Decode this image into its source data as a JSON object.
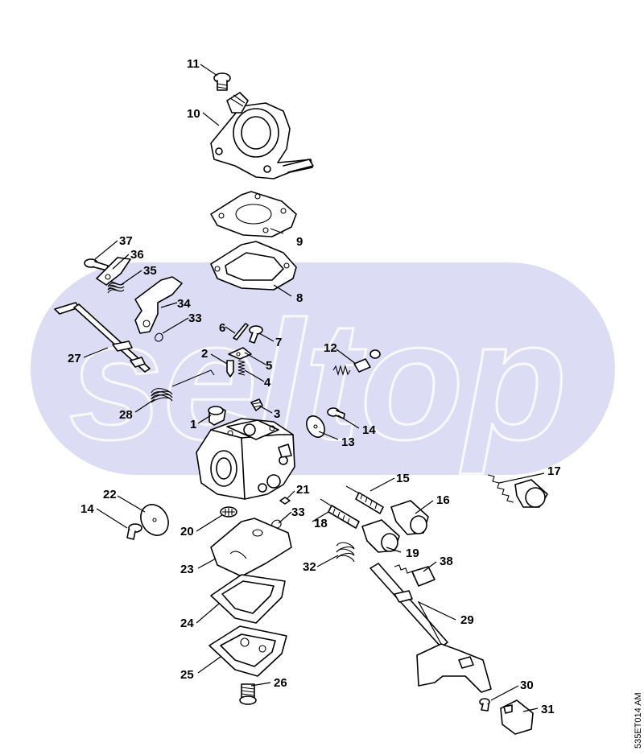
{
  "watermark": "seltop",
  "drawing_code": "535ET014 AM",
  "callouts": [
    {
      "id": "c11",
      "label": "11"
    },
    {
      "id": "c10",
      "label": "10"
    },
    {
      "id": "c9",
      "label": "9"
    },
    {
      "id": "c8",
      "label": "8"
    },
    {
      "id": "c37",
      "label": "37"
    },
    {
      "id": "c36",
      "label": "36"
    },
    {
      "id": "c35",
      "label": "35"
    },
    {
      "id": "c34",
      "label": "34"
    },
    {
      "id": "c33a",
      "label": "33"
    },
    {
      "id": "c27",
      "label": "27"
    },
    {
      "id": "c28",
      "label": "28"
    },
    {
      "id": "c6",
      "label": "6"
    },
    {
      "id": "c7",
      "label": "7"
    },
    {
      "id": "c2",
      "label": "2"
    },
    {
      "id": "c5",
      "label": "5"
    },
    {
      "id": "c4",
      "label": "4"
    },
    {
      "id": "c3",
      "label": "3"
    },
    {
      "id": "c1",
      "label": "1"
    },
    {
      "id": "c12",
      "label": "12"
    },
    {
      "id": "c14a",
      "label": "14"
    },
    {
      "id": "c13",
      "label": "13"
    },
    {
      "id": "c17",
      "label": "17"
    },
    {
      "id": "c15",
      "label": "15"
    },
    {
      "id": "c16",
      "label": "16"
    },
    {
      "id": "c21",
      "label": "21"
    },
    {
      "id": "c33b",
      "label": "33"
    },
    {
      "id": "c18",
      "label": "18"
    },
    {
      "id": "c19",
      "label": "19"
    },
    {
      "id": "c22",
      "label": "22"
    },
    {
      "id": "c14b",
      "label": "14"
    },
    {
      "id": "c20",
      "label": "20"
    },
    {
      "id": "c23",
      "label": "23"
    },
    {
      "id": "c32",
      "label": "32"
    },
    {
      "id": "c38",
      "label": "38"
    },
    {
      "id": "c29",
      "label": "29"
    },
    {
      "id": "c24",
      "label": "24"
    },
    {
      "id": "c25",
      "label": "25"
    },
    {
      "id": "c26",
      "label": "26"
    },
    {
      "id": "c30",
      "label": "30"
    },
    {
      "id": "c31",
      "label": "31"
    }
  ]
}
